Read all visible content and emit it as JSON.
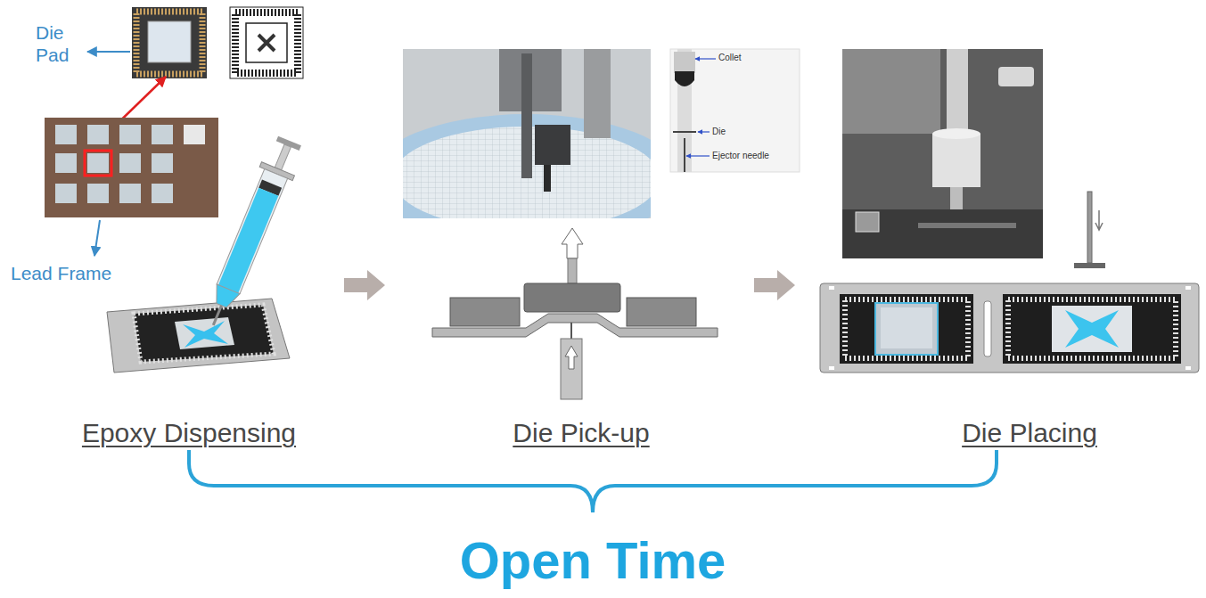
{
  "diagram": {
    "nodes": [
      {
        "text": [
          "Epoxy Dispensing"
        ]
      },
      {
        "text": [
          "Die Pick-up"
        ]
      },
      {
        "text": [
          "Die Placing"
        ]
      }
    ],
    "edges": [
      {
        "from": 0,
        "to": 1,
        "arrow": "to"
      },
      {
        "from": 1,
        "to": 2,
        "arrow": "to"
      }
    ],
    "labels": [
      "Die Pad",
      "Lead Frame",
      "Collet",
      "Die",
      "Ejector needle",
      "Open Time"
    ]
  }
}
